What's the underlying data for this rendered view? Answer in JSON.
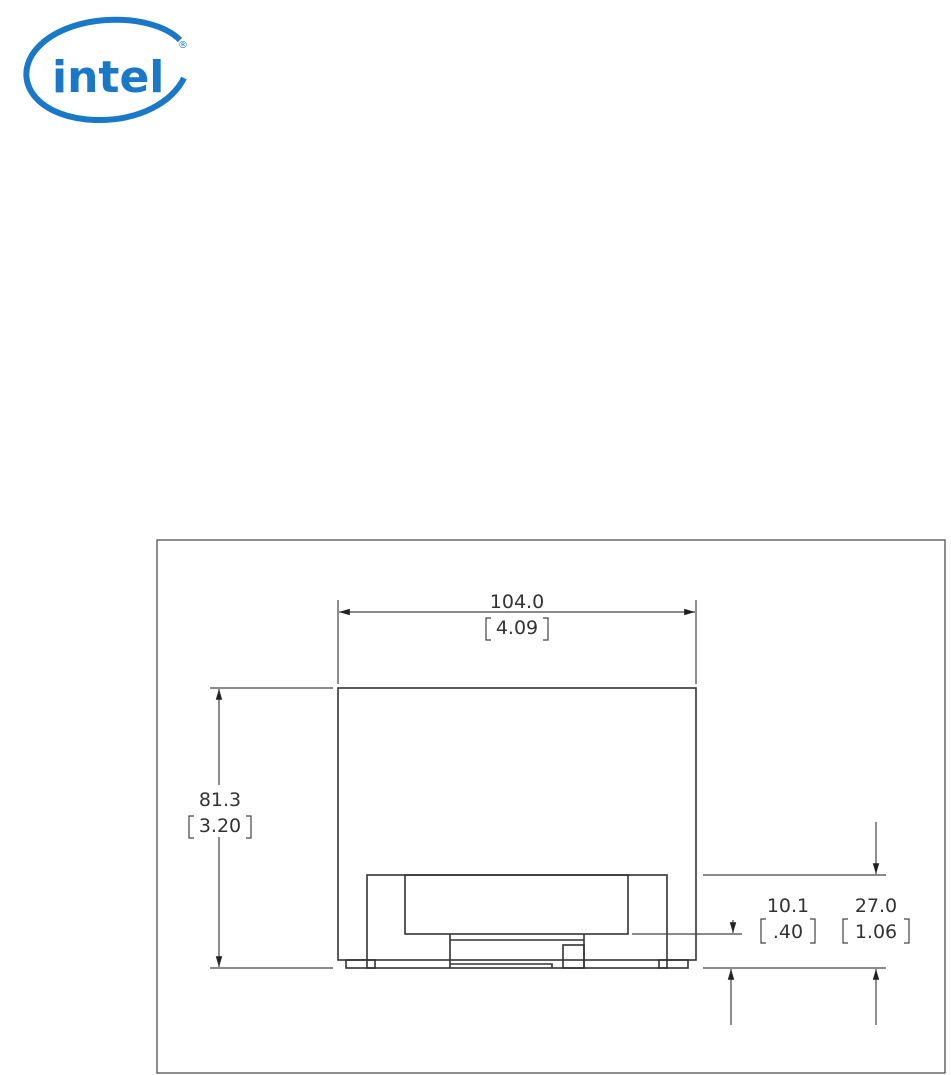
{
  "logo": {
    "text": "intel",
    "registered": "®",
    "color": "#1a78c8"
  },
  "drawing": {
    "width": {
      "mm": "104.0",
      "in": "4.09"
    },
    "height": {
      "mm": "81.3",
      "in": "3.20"
    },
    "offset_small": {
      "mm": "10.1",
      "in": ".40"
    },
    "offset_large": {
      "mm": "27.0",
      "in": "1.06"
    }
  }
}
